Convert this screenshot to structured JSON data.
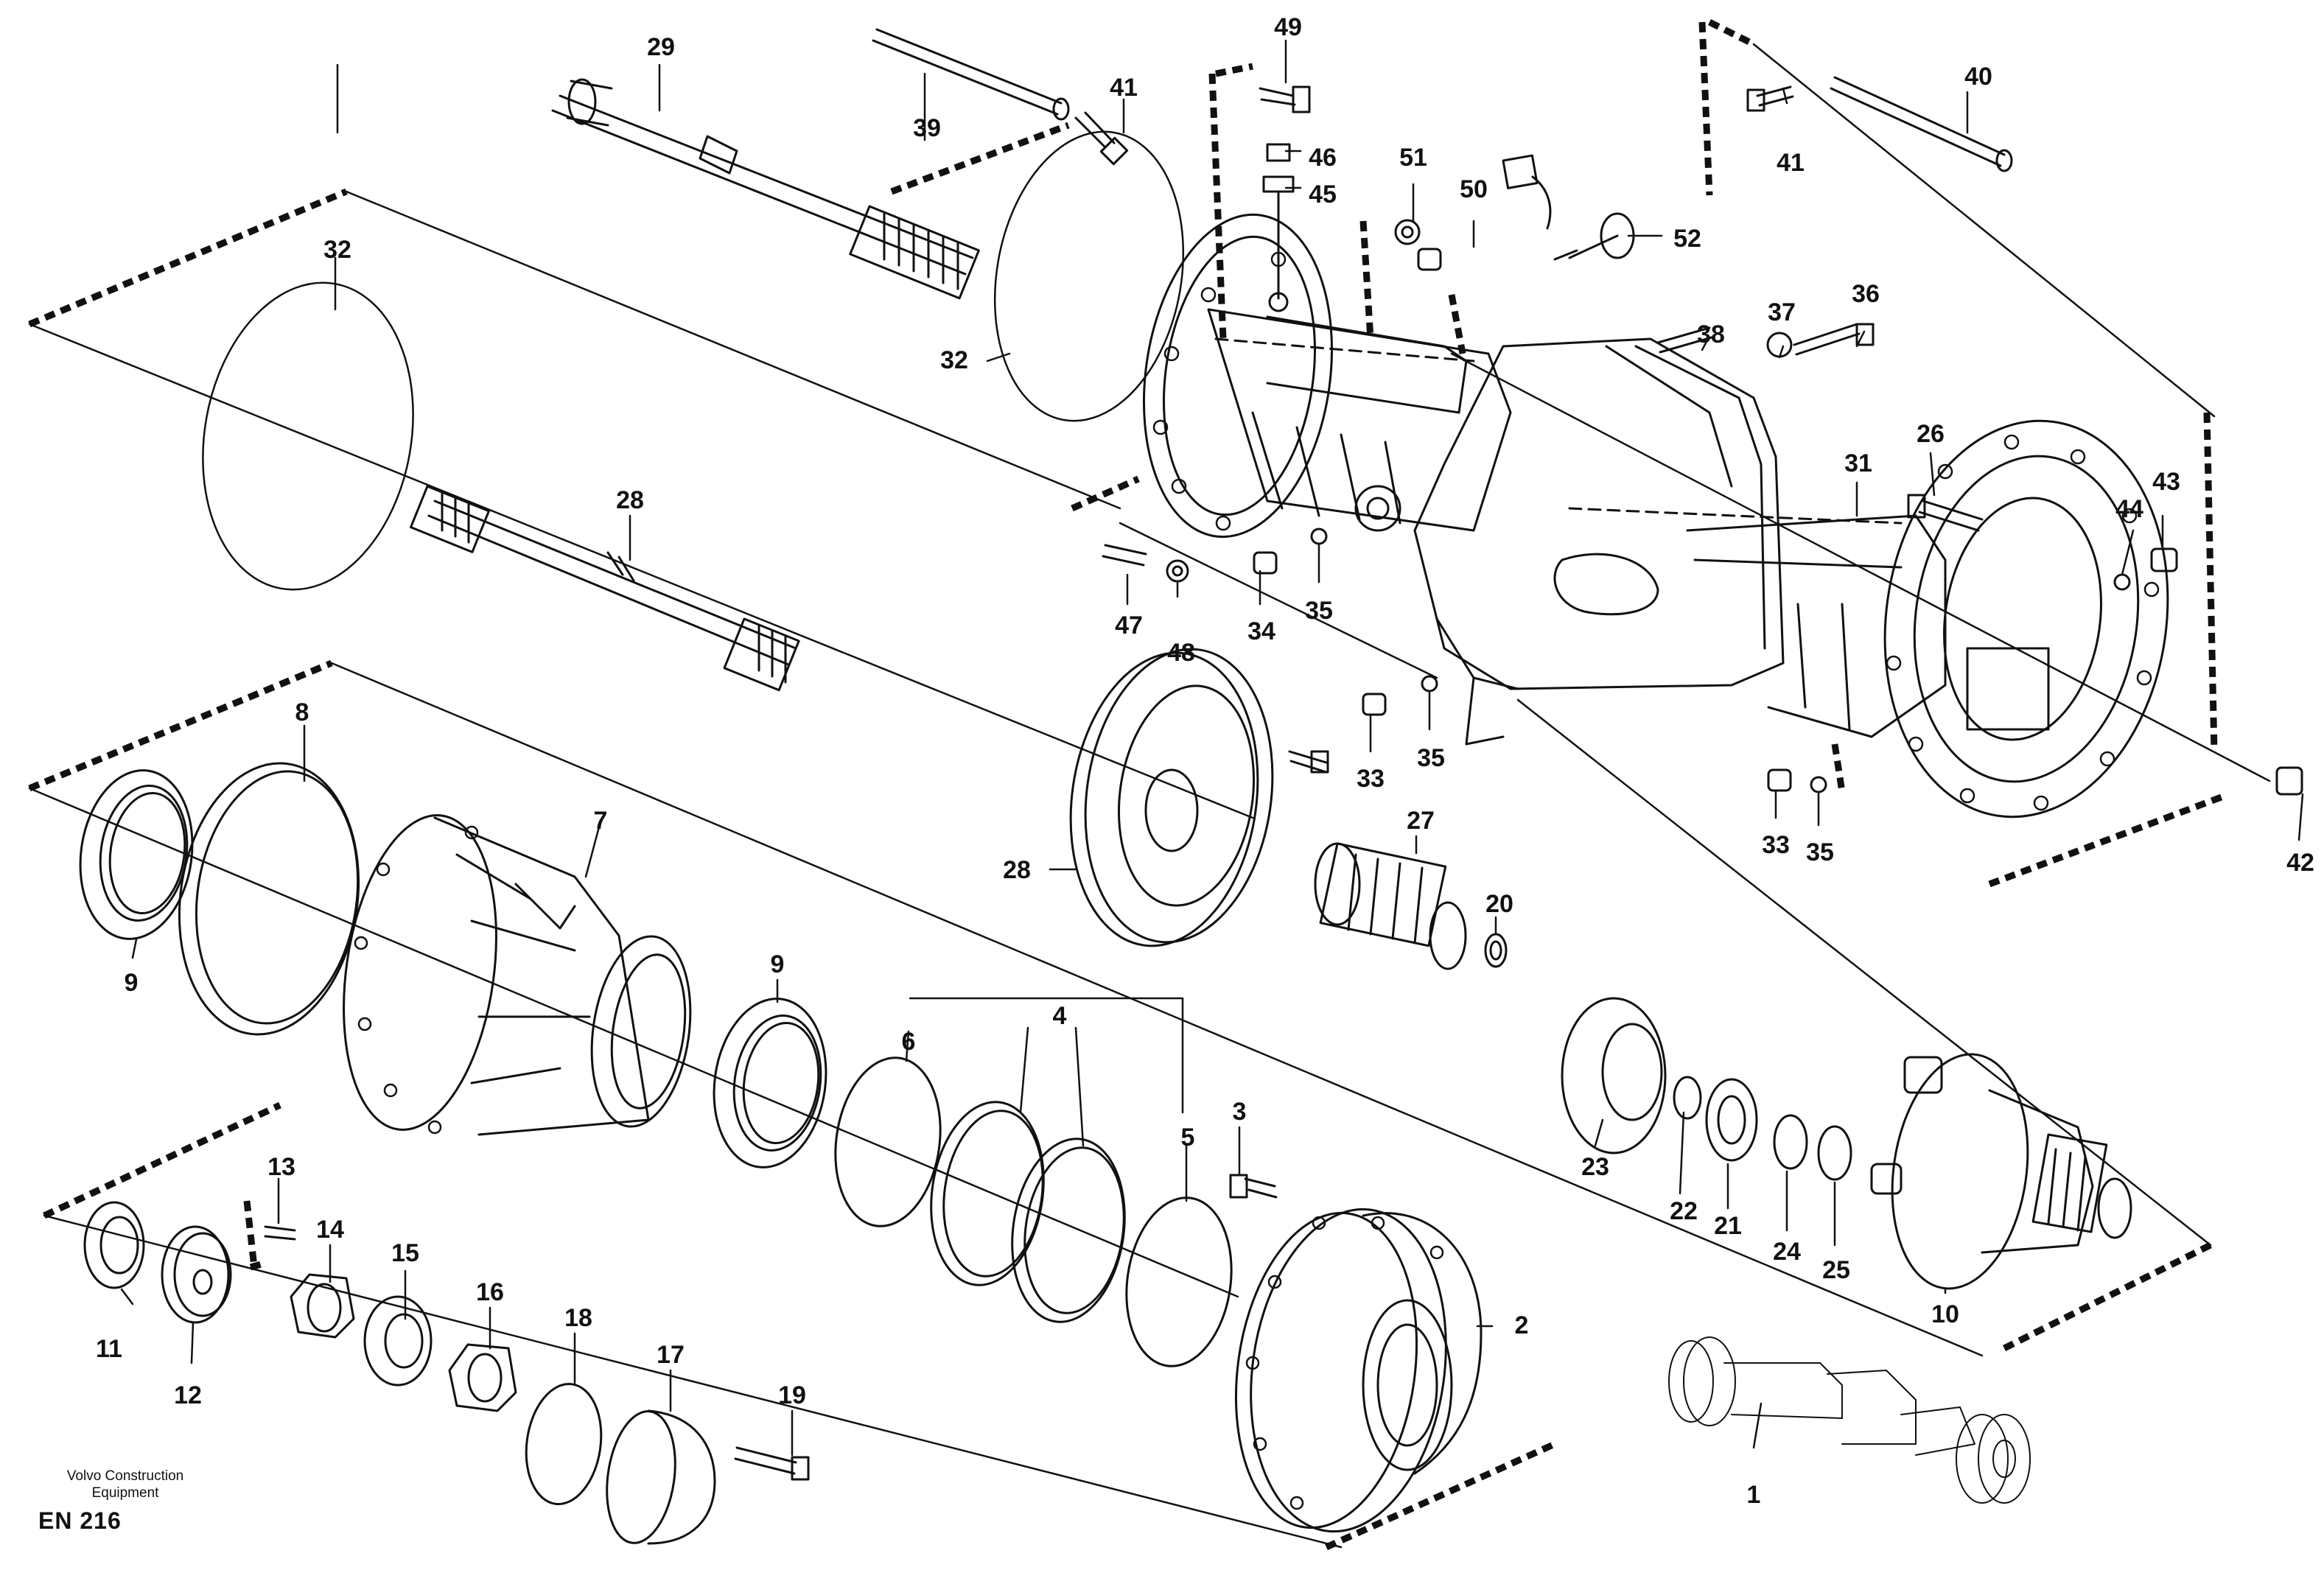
{
  "diagram": {
    "callouts": {
      "n1": "1",
      "n2": "2",
      "n3": "3",
      "n4": "4",
      "n5": "5",
      "n6": "6",
      "n7": "7",
      "n8": "8",
      "n9a": "9",
      "n9b": "9",
      "n10": "10",
      "n11": "11",
      "n12": "12",
      "n13": "13",
      "n14": "14",
      "n15": "15",
      "n16": "16",
      "n17": "17",
      "n18": "18",
      "n19": "19",
      "n20": "20",
      "n21": "21",
      "n22": "22",
      "n23": "23",
      "n24": "24",
      "n25": "25",
      "n26": "26",
      "n27": "27",
      "n28a": "28",
      "n28b": "28",
      "n29": "29",
      "n31": "31",
      "n32a": "32",
      "n32b": "32",
      "n33a": "33",
      "n33b": "33",
      "n34": "34",
      "n35a": "35",
      "n35b": "35",
      "n35c": "35",
      "n36": "36",
      "n37": "37",
      "n38": "38",
      "n39": "39",
      "n40": "40",
      "n41a": "41",
      "n41b": "41",
      "n42": "42",
      "n43": "43",
      "n44": "44",
      "n45": "45",
      "n46": "46",
      "n47": "47",
      "n48": "48",
      "n49": "49",
      "n50": "50",
      "n51": "51",
      "n52": "52"
    }
  },
  "footer": {
    "brand_line1": "Volvo Construction",
    "brand_line2": "Equipment",
    "code": "EN 216"
  }
}
